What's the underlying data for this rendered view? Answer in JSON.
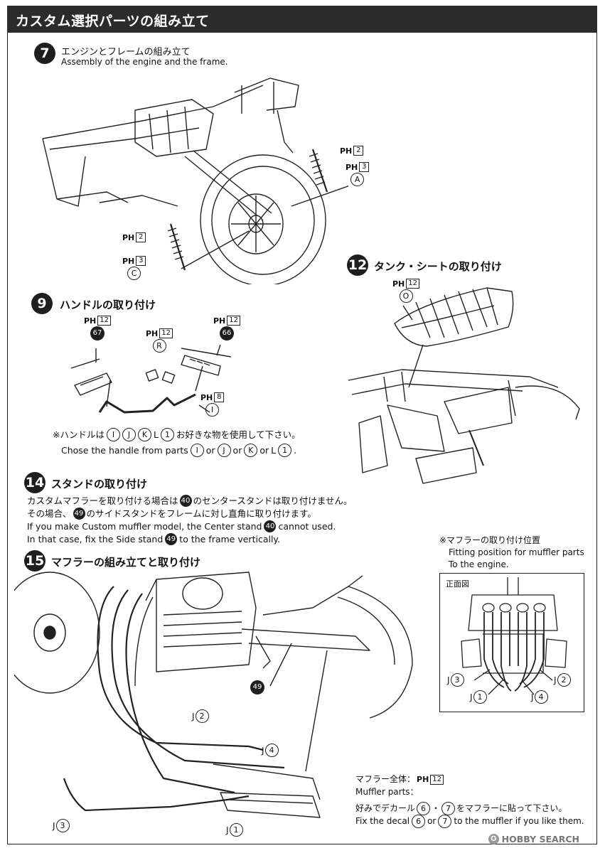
{
  "header": {
    "title": "カスタム選択パーツの組み立て"
  },
  "step7": {
    "num": "7",
    "title_ja": "エンジンとフレームの組み立て",
    "title_en": "Assembly of the engine and the frame.",
    "callouts": [
      {
        "ph": "PH",
        "box": "2",
        "id": "ph2-right"
      },
      {
        "ph": "PH",
        "box": "3",
        "part": "A"
      },
      {
        "ph": "PH",
        "box": "2",
        "id": "ph2-left"
      },
      {
        "ph": "PH",
        "box": "3",
        "part": "C"
      }
    ]
  },
  "step9": {
    "num": "9",
    "title": "ハンドルの取り付け",
    "callouts": [
      {
        "ph": "PH",
        "box": "12",
        "part": "67"
      },
      {
        "ph": "PH",
        "box": "12",
        "part": "R"
      },
      {
        "ph": "PH",
        "box": "12",
        "part": "66"
      },
      {
        "ph": "PH",
        "box": "8",
        "part": "I"
      }
    ],
    "note_ja_prefix": "※ハンドルは",
    "note_ja_parts": [
      "I",
      "J",
      "K",
      "L",
      "1"
    ],
    "note_ja_suffix": "お好きな物を使用して下さい。",
    "note_en_prefix": "Chose the handle from parts",
    "note_en_parts": [
      "I",
      "or",
      "J",
      "or",
      "K",
      "or",
      "L",
      "1"
    ],
    "note_en_suffix": "."
  },
  "step12": {
    "num": "12",
    "title": "タンク・シートの取り付け",
    "callout": {
      "ph": "PH",
      "box": "12",
      "part": "O"
    }
  },
  "step14": {
    "num": "14",
    "title": "スタンドの取り付け",
    "line1_a": "カスタムマフラーを取り付ける場合は",
    "line1_part": "40",
    "line1_b": "のセンタースタンドは取り付けません。",
    "line2_a": "その場合、",
    "line2_part": "49",
    "line2_b": "のサイドスタンドをフレームに対し直角に取り付けます。",
    "line3_a": "If you make Custom muffler model, the Center stand",
    "line3_part": "40",
    "line3_b": "cannot used.",
    "line4_a": "In that case, fix the Side stand",
    "line4_part": "49",
    "line4_b": "to the frame vertically."
  },
  "step15": {
    "num": "15",
    "title": "マフラーの組み立てと取り付け",
    "stand_part": "49",
    "labels": [
      {
        "letter": "J",
        "num": "2"
      },
      {
        "letter": "J",
        "num": "4"
      },
      {
        "letter": "J",
        "num": "3"
      },
      {
        "letter": "J",
        "num": "1"
      }
    ],
    "muffler_parts_ja": "マフラー全体：",
    "muffler_parts_ph": "PH",
    "muffler_parts_box": "12",
    "muffler_parts_en": "Muffler parts：",
    "decal_ja_a": "好みでデカール",
    "decal_ja_p1": "6",
    "decal_ja_dot": "・",
    "decal_ja_p2": "7",
    "decal_ja_b": "をマフラーに貼って下さい。",
    "decal_en_a": "Fix the decal",
    "decal_en_p1": "6",
    "decal_en_or": "or",
    "decal_en_p2": "7",
    "decal_en_b": "to the muffler if you like them."
  },
  "inset": {
    "note_ja": "※マフラーの取り付け位置",
    "note_en1": "Fitting position for muffler parts",
    "note_en2": "To the engine.",
    "view_label": "正面図",
    "labels": [
      {
        "letter": "J",
        "num": "3"
      },
      {
        "letter": "J",
        "num": "2"
      },
      {
        "letter": "J",
        "num": "1"
      },
      {
        "letter": "J",
        "num": "4"
      }
    ]
  },
  "watermark": {
    "text": "HOBBY SEARCH"
  }
}
